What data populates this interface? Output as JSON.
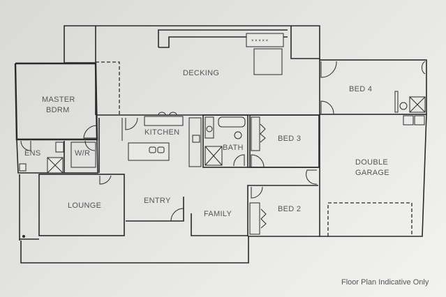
{
  "floor_plan": {
    "rooms": {
      "decking": "DECKING",
      "master_bdrm_line1": "MASTER",
      "master_bdrm_line2": "BDRM",
      "kitchen": "KITCHEN",
      "bath": "BATH",
      "bed3": "BED 3",
      "bed4": "BED 4",
      "ens": "ENS",
      "wr": "W/R",
      "double_garage_line1": "DOUBLE",
      "double_garage_line2": "GARAGE",
      "lounge": "LOUNGE",
      "entry": "ENTRY",
      "family": "FAMILY",
      "bed2": "BED 2"
    },
    "caption": "Floor Plan Indicative Only",
    "colors": {
      "background": "#e4e4e2",
      "line": "#2a2a2a",
      "label": "#555555"
    }
  }
}
